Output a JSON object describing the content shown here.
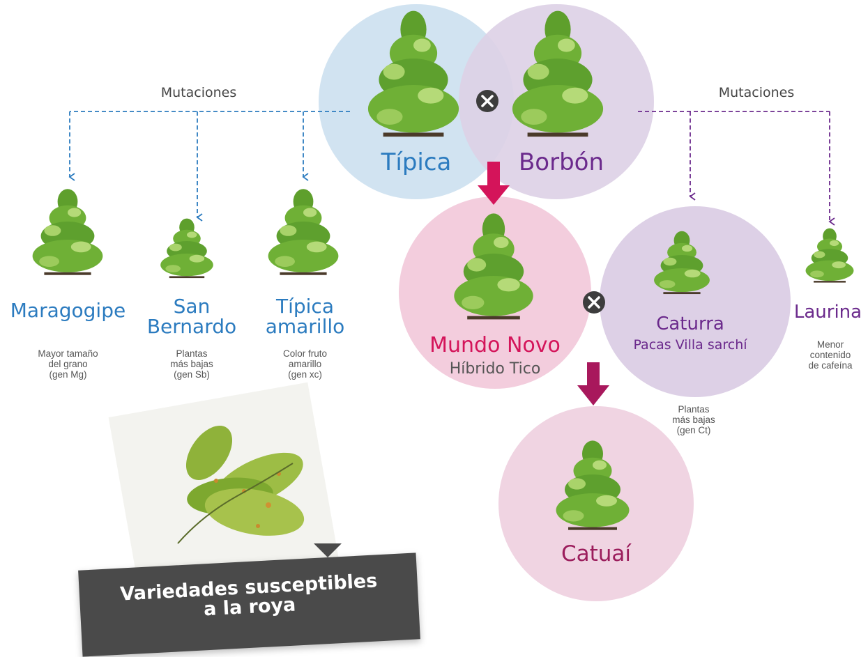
{
  "parents": {
    "left": {
      "name": "Típica"
    },
    "right": {
      "name": "Borbón"
    },
    "cross_symbol": "x"
  },
  "mutations_left": {
    "label": "Mutaciones",
    "varieties": [
      {
        "name_line1": "Maragogipe",
        "name_line2": "",
        "desc_lines": [
          "Mayor tamaño",
          "del grano",
          "(gen Mg)"
        ]
      },
      {
        "name_line1": "San",
        "name_line2": "Bernardo",
        "desc_lines": [
          "Plantas",
          "más bajas",
          "(gen Sb)"
        ]
      },
      {
        "name_line1": "Típica",
        "name_line2": "amarillo",
        "desc_lines": [
          "Color fruto",
          "amarillo",
          "(gen xc)"
        ]
      }
    ]
  },
  "mutations_right": {
    "label": "Mutaciones",
    "varieties": [
      {
        "name_line1": "Caturra",
        "name_line2": "Pacas Villa sarchí",
        "desc_lines": [
          "Plantas",
          "más bajas",
          "(gen Ct)"
        ]
      },
      {
        "name_line1": "Laurina",
        "name_line2": "",
        "desc_lines": [
          "Menor",
          "contenido",
          "de cafeína"
        ]
      }
    ]
  },
  "hybrid": {
    "name": "Mundo Novo",
    "subtitle": "Híbrido Tico"
  },
  "second_cross_symbol": "x",
  "result": {
    "name": "Catuaí"
  },
  "banner": {
    "line1": "Variedades susceptibles",
    "line2": "a la roya"
  },
  "colors": {
    "tipica_circle": "#cfe2f0",
    "borbon_circle": "#ddd0e6",
    "mundo_novo_circle": "#f3cddd",
    "catuai_circle": "#f0d4e2",
    "blue_text": "#2b7bbf",
    "purple_text": "#6b2a8c",
    "pink_text": "#d4145a",
    "arrow": "#d4145a",
    "banner_bg": "#4a4a4a"
  },
  "icons": [
    "coffee-tree-icon",
    "cross-icon",
    "down-arrow-icon",
    "dashed-arrow-icon",
    "rust-leaves-icon"
  ]
}
